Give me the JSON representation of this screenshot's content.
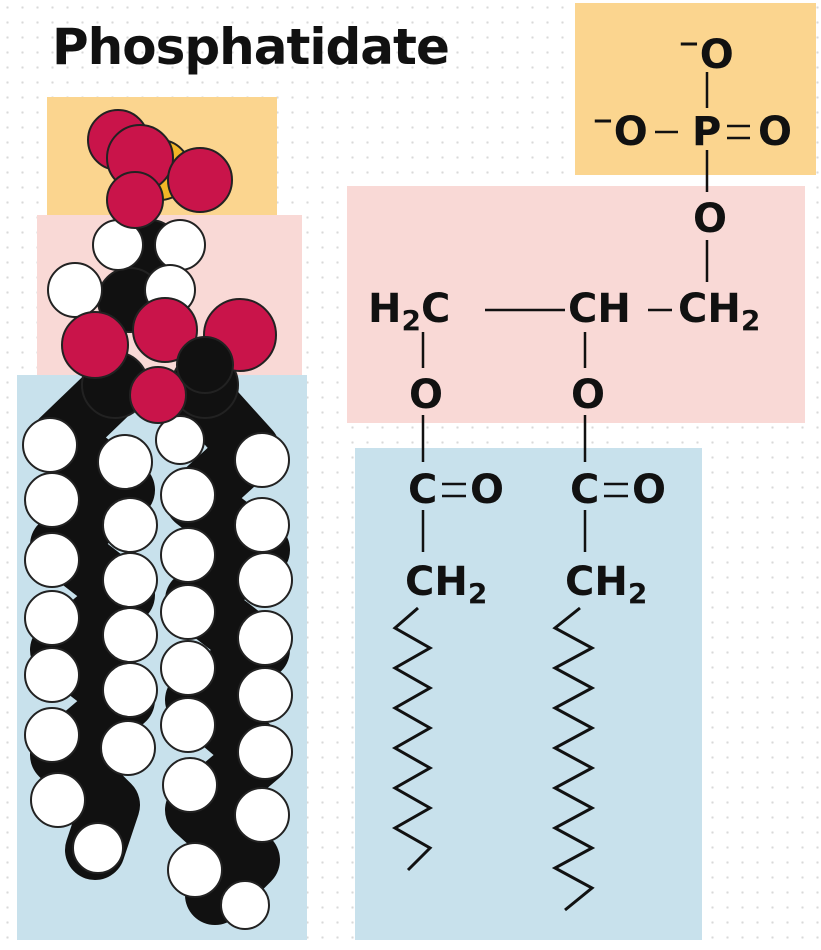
{
  "title": "Phosphatidate",
  "colors": {
    "phosphate_region": "#fbd58f",
    "glycerol_region": "#f9d9d6",
    "fatty_acid_region": "#c8e1ec",
    "oxygen_atom": "#c9144a",
    "phosphorus_atom": "#f2b627",
    "carbon_atom": "#111111",
    "hydrogen_atom": "#ffffff",
    "ink": "#111111"
  },
  "formula": {
    "phosphate": {
      "o_top": "O",
      "o_top_charge": "−",
      "o_left": "O",
      "o_left_charge": "−",
      "p": "P",
      "o_right": "O",
      "o_bridge": "O"
    },
    "glycerol": {
      "c1": "H",
      "c1_sub": "2",
      "c1_end": "C",
      "c2": "CH",
      "c3": "CH",
      "c3_sub": "2",
      "o1": "O",
      "o2": "O"
    },
    "acyl_1": {
      "carbonyl_c": "C",
      "carbonyl_o": "O",
      "ch2": "CH",
      "ch2_sub": "2"
    },
    "acyl_2": {
      "carbonyl_c": "C",
      "carbonyl_o": "O",
      "ch2": "CH",
      "ch2_sub": "2"
    }
  }
}
